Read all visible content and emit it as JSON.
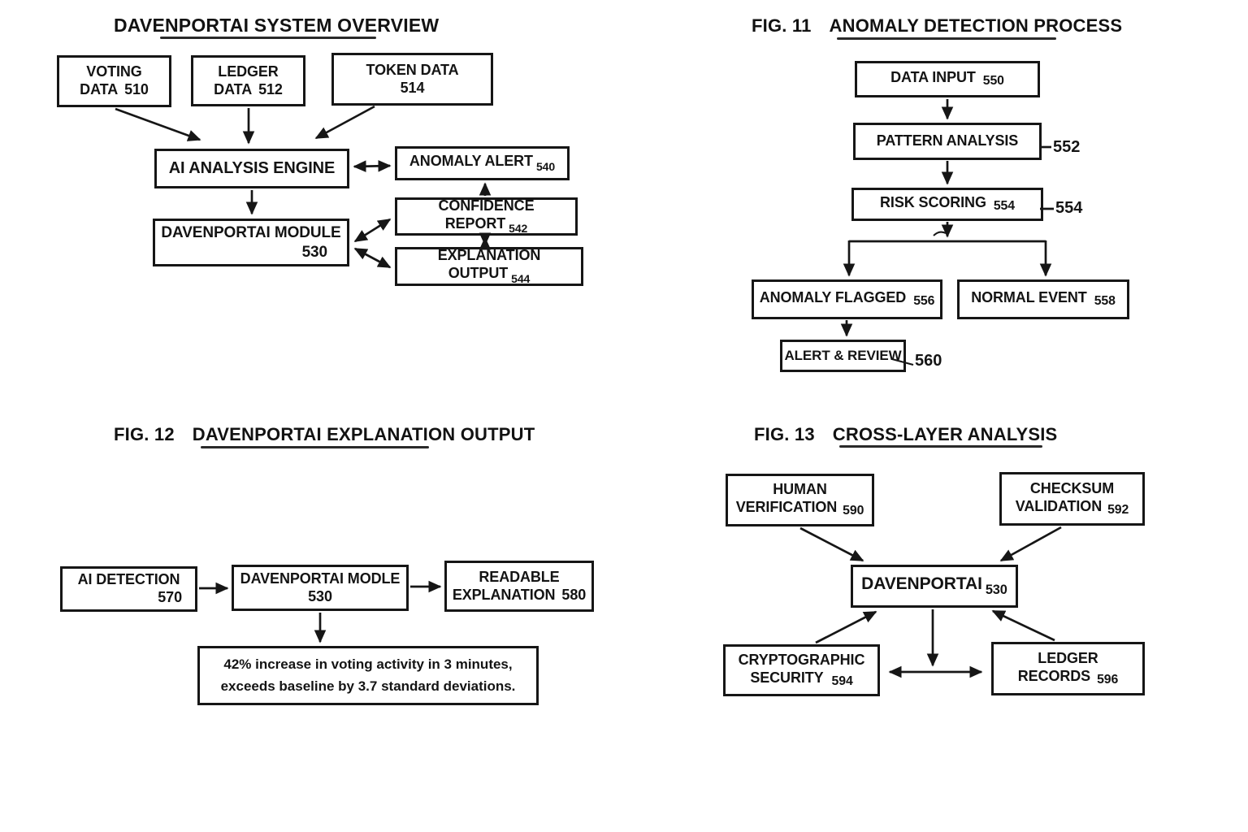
{
  "figures": {
    "overview": {
      "title": "DAVENPORTAI SYSTEM OVERVIEW",
      "boxes": {
        "voting": {
          "l1": "VOTING",
          "l2": "DATA",
          "ref": "510"
        },
        "ledger": {
          "l1": "LEDGER",
          "l2": "DATA",
          "ref": "512"
        },
        "token": {
          "l1": "TOKEN DATA",
          "ref": "514"
        },
        "engine": {
          "l1": "AI ANALYSIS ENGINE"
        },
        "alert": {
          "l1": "ANOMALY ALERT",
          "ref": "540"
        },
        "module": {
          "l1": "DAVENPORTAI MODULE",
          "ref": "530"
        },
        "confidence": {
          "l1": "CONFIDENCE REPORT",
          "ref": "542"
        },
        "explanation": {
          "l1": "EXPLANATION OUTPUT",
          "ref": "544"
        }
      }
    },
    "fig11": {
      "label": "FIG. 11",
      "title": "ANOMALY DETECTION PROCESS",
      "boxes": {
        "data_input": {
          "l1": "DATA INPUT",
          "ref": "550"
        },
        "pattern": {
          "l1": "PATTERN ANALYSIS",
          "ref_out": "552"
        },
        "risk": {
          "l1": "RISK SCORING",
          "ref": "554",
          "ref_out": "554"
        },
        "flagged": {
          "l1": "ANOMALY FLAGGED",
          "ref": "556"
        },
        "normal": {
          "l1": "NORMAL EVENT",
          "ref": "558"
        },
        "alert_review": {
          "l1": "ALERT & REVIEW",
          "ref_out": "560"
        }
      }
    },
    "fig12": {
      "label": "FIG. 12",
      "title": "DAVENPORTAI EXPLANATION OUTPUT",
      "boxes": {
        "ai_detection": {
          "l1": "AI DETECTION",
          "ref": "570"
        },
        "module": {
          "l1": "DAVENPORTAI MODLE",
          "ref": "530"
        },
        "readable": {
          "l1": "READABLE",
          "l2": "EXPLANATION",
          "ref": "580"
        },
        "output_text": {
          "l1": "42% increase in voting activity in 3 minutes,",
          "l2": "exceeds baseline by 3.7 standard deviations."
        }
      }
    },
    "fig13": {
      "label": "FIG. 13",
      "title": "CROSS-LAYER ANALYSIS",
      "boxes": {
        "human": {
          "l1": "HUMAN",
          "l2": "VERIFICATION",
          "ref": "590"
        },
        "checksum": {
          "l1": "CHECKSUM",
          "l2": "VALIDATION",
          "ref": "592"
        },
        "davenportai": {
          "l1": "DAVENPORTAI",
          "ref": "530"
        },
        "crypto": {
          "l1": "CRYPTOGRAPHIC",
          "l2": "SECURITY",
          "ref": "594"
        },
        "ledger": {
          "l1": "LEDGER",
          "l2": "RECORDS",
          "ref": "596"
        }
      }
    }
  }
}
